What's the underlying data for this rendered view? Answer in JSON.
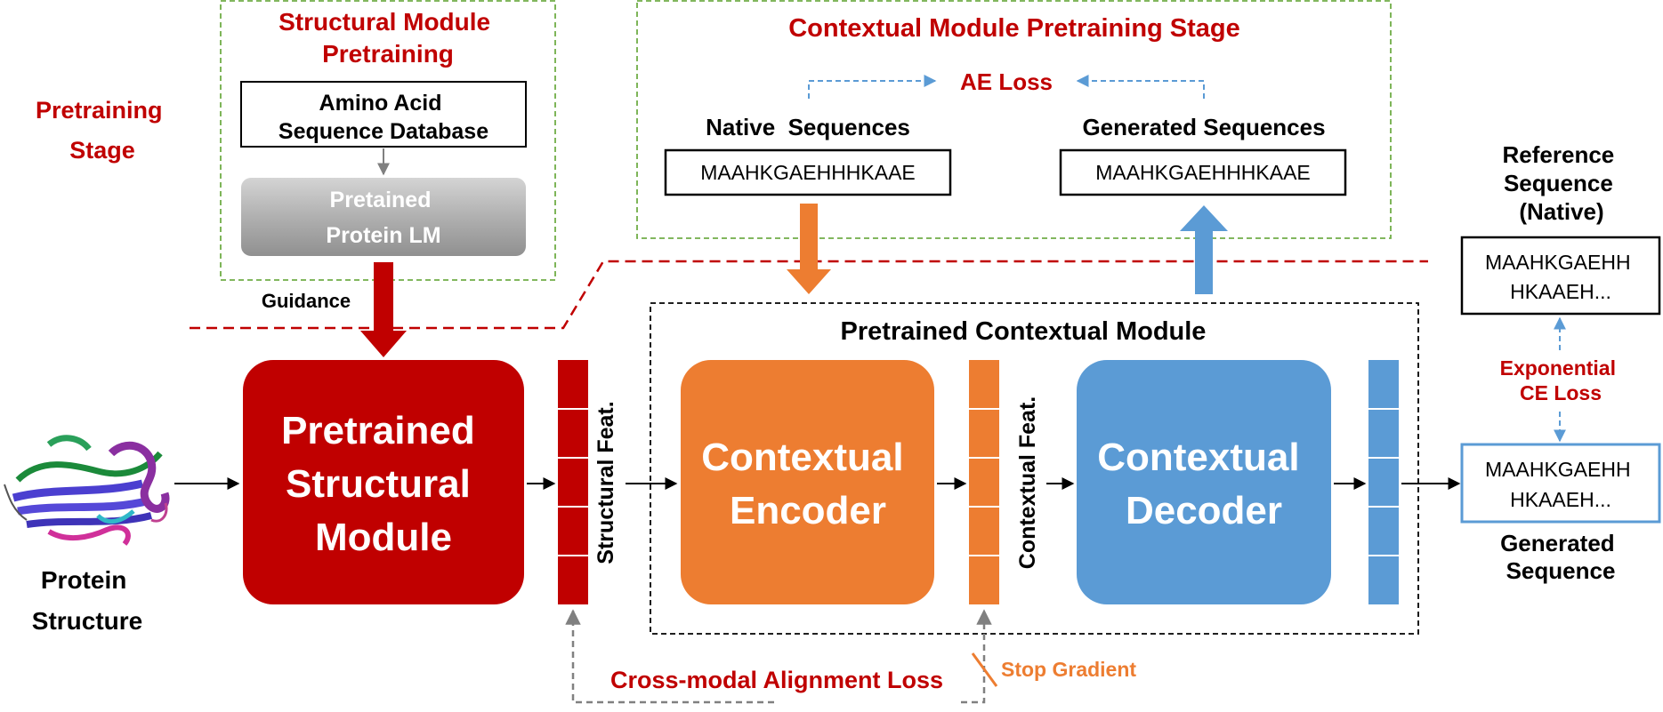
{
  "pretraining_stage_label": [
    "Pretraining",
    "Stage"
  ],
  "structural_pretraining": {
    "title": [
      "Structural Module",
      "Pretraining"
    ],
    "database_label": [
      "Amino Acid",
      "Sequence Database"
    ],
    "protein_lm_label": [
      "Pretained",
      "Protein LM"
    ],
    "guidance_label": "Guidance"
  },
  "contextual_pretraining": {
    "title": "Contextual Module Pretraining Stage",
    "ae_loss_label": "AE Loss",
    "native_label": "Native  Sequences",
    "native_sequence": "MAAHKGAEHHHKAAE",
    "generated_label": "Generated Sequences",
    "generated_sequence": "MAAHKGAEHHHKAAE"
  },
  "pretrained_contextual_module_label": "Pretrained Contextual Module",
  "protein_structure_label": [
    "Protein",
    "Structure"
  ],
  "structural_module_label": [
    "Pretrained",
    "Structural",
    "Module"
  ],
  "structural_feat_label": "Structural Feat.",
  "encoder_label": [
    "Contextual",
    "Encoder"
  ],
  "contextual_feat_label": "Contextual Feat.",
  "decoder_label": [
    "Contextual",
    "Decoder"
  ],
  "reference": {
    "title": [
      "Reference",
      "Sequence",
      "(Native)"
    ],
    "sequence": [
      "MAAHKGAEHH",
      "HKAAEH..."
    ]
  },
  "exponential_loss_label": [
    "Exponential",
    "CE Loss"
  ],
  "generated_output": {
    "sequence": [
      "MAAHKGAEHH",
      "HKAAEH..."
    ],
    "title": [
      "Generated",
      "Sequence"
    ]
  },
  "alignment_loss_label": "Cross-modal Alignment Loss",
  "stop_gradient_label": "Stop Gradient",
  "colors": {
    "dark_red": "#c00000",
    "orange": "#ed7d31",
    "blue": "#5b9bd5",
    "green_dash": "#70ad47",
    "gray": "#808080"
  }
}
